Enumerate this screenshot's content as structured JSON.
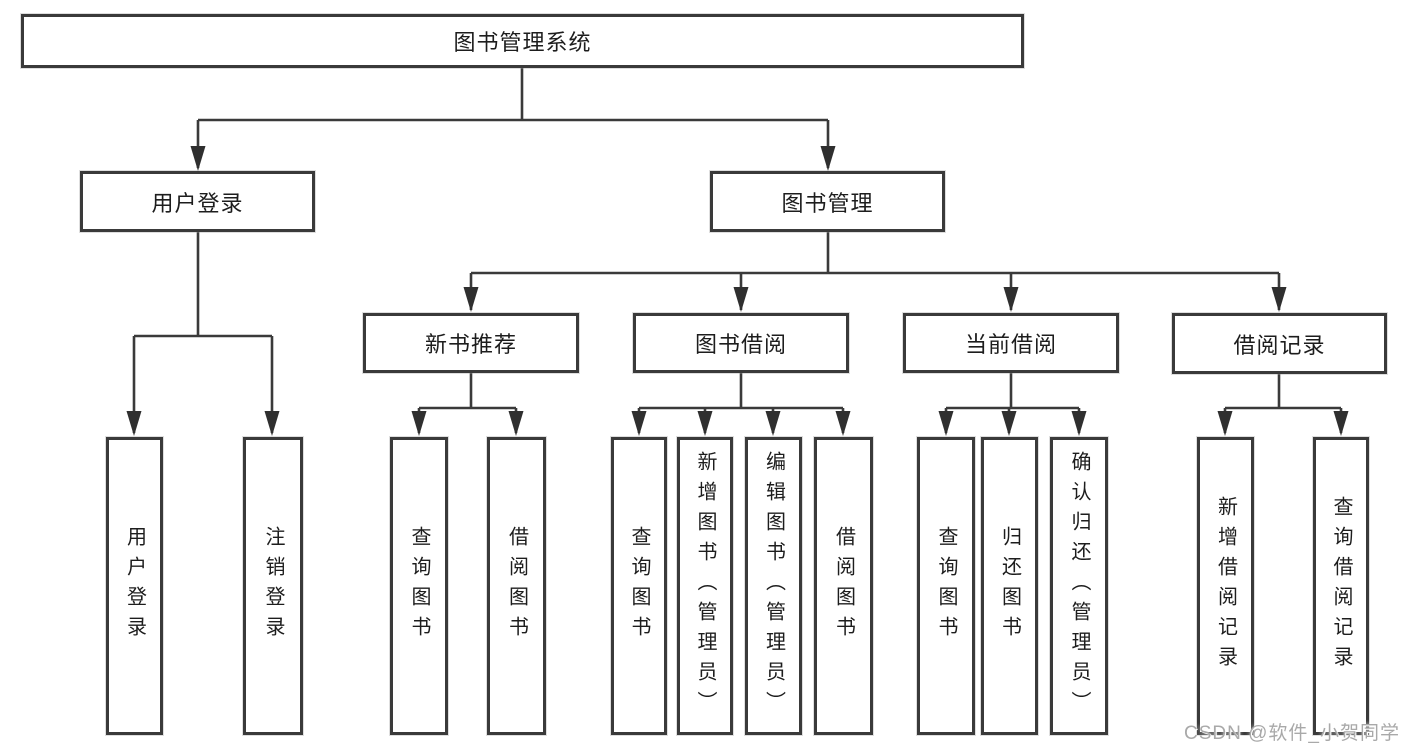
{
  "title": "图书管理系统",
  "tree": {
    "root_label": "图书管理系统",
    "level2": [
      {
        "label": "用户登录"
      },
      {
        "label": "图书管理"
      }
    ],
    "level3": [
      {
        "label": "新书推荐"
      },
      {
        "label": "图书借阅"
      },
      {
        "label": "当前借阅"
      },
      {
        "label": "借阅记录"
      }
    ],
    "leaves": {
      "user_login": [
        "用户登录",
        "注销登录"
      ],
      "new_books": [
        "查询图书",
        "借阅图书"
      ],
      "book_borrow": [
        "查询图书",
        "新增图书（管理员）",
        "编辑图书（管理员）",
        "借阅图书"
      ],
      "current_borrow": [
        "查询图书",
        "归还图书",
        "确认归还（管理员）"
      ],
      "borrow_records": [
        "新增借阅记录",
        "查询借阅记录"
      ]
    }
  },
  "watermark": "CSDN @软件_小贺同学",
  "colors": {
    "line": "#3a3a3a",
    "box_border": "#3a3a3a",
    "text": "#1d1d1d",
    "watermark": "#a9a9a9",
    "background": "#ffffff"
  }
}
